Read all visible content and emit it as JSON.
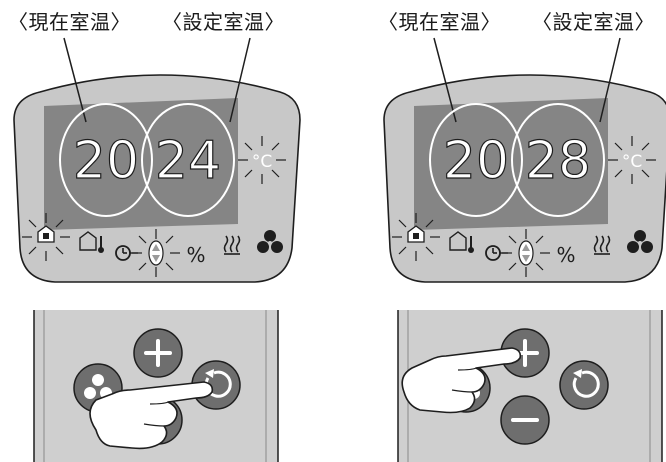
{
  "colors": {
    "display_face": "#c8c8c8",
    "screen": "#858585",
    "remote_body": "#cfcfcf",
    "button": "#6e6e6e",
    "outline": "#1e1e1e",
    "button_symbol": "#ffffff"
  },
  "panels": [
    {
      "current_label": "〈現在室温〉",
      "setting_label": "〈設定室温〉",
      "current_temp": "20",
      "setting_temp": "24",
      "unit": "°C",
      "indicator_percent": "%",
      "pressed_button": "mode-select"
    },
    {
      "current_label": "〈現在室温〉",
      "setting_label": "〈設定室温〉",
      "current_temp": "20",
      "setting_temp": "28",
      "unit": "°C",
      "indicator_percent": "%",
      "pressed_button": "plus"
    }
  ]
}
